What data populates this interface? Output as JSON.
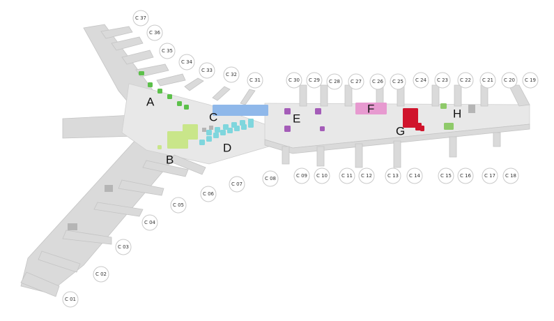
{
  "map": {
    "gates": [
      {
        "id": "C 37"
      },
      {
        "id": "C 36"
      },
      {
        "id": "C 35"
      },
      {
        "id": "C 34"
      },
      {
        "id": "C 33"
      },
      {
        "id": "C 32"
      },
      {
        "id": "C 31"
      },
      {
        "id": "C 30"
      },
      {
        "id": "C 29"
      },
      {
        "id": "C 28"
      },
      {
        "id": "C 27"
      },
      {
        "id": "C 26"
      },
      {
        "id": "C 25"
      },
      {
        "id": "C 24"
      },
      {
        "id": "C 23"
      },
      {
        "id": "C 22"
      },
      {
        "id": "C 21"
      },
      {
        "id": "C 20"
      },
      {
        "id": "C 19"
      },
      {
        "id": "C 01"
      },
      {
        "id": "C 02"
      },
      {
        "id": "C 03"
      },
      {
        "id": "C 04"
      },
      {
        "id": "C 05"
      },
      {
        "id": "C 06"
      },
      {
        "id": "C 07"
      },
      {
        "id": "C 08"
      },
      {
        "id": "C 09"
      },
      {
        "id": "C 10"
      },
      {
        "id": "C 11"
      },
      {
        "id": "C 12"
      },
      {
        "id": "C 13"
      },
      {
        "id": "C 14"
      },
      {
        "id": "C 15"
      },
      {
        "id": "C 16"
      },
      {
        "id": "C 17"
      },
      {
        "id": "C 18"
      }
    ],
    "zones": [
      {
        "label": "A",
        "color": "#5cc04a"
      },
      {
        "label": "B",
        "color": "#c9e68a"
      },
      {
        "label": "C",
        "color": "#8fb8ea"
      },
      {
        "label": "D",
        "color": "#7fd6dd"
      },
      {
        "label": "E",
        "color": "#a45cb8"
      },
      {
        "label": "F",
        "color": "#e79ad0"
      },
      {
        "label": "G",
        "color": "#d0142c"
      },
      {
        "label": "H",
        "color": "#8fca6a"
      }
    ],
    "colors": {
      "building": "#dadada",
      "building_top": "#e8e8e8",
      "badge_border": "#c9c9c9"
    }
  }
}
